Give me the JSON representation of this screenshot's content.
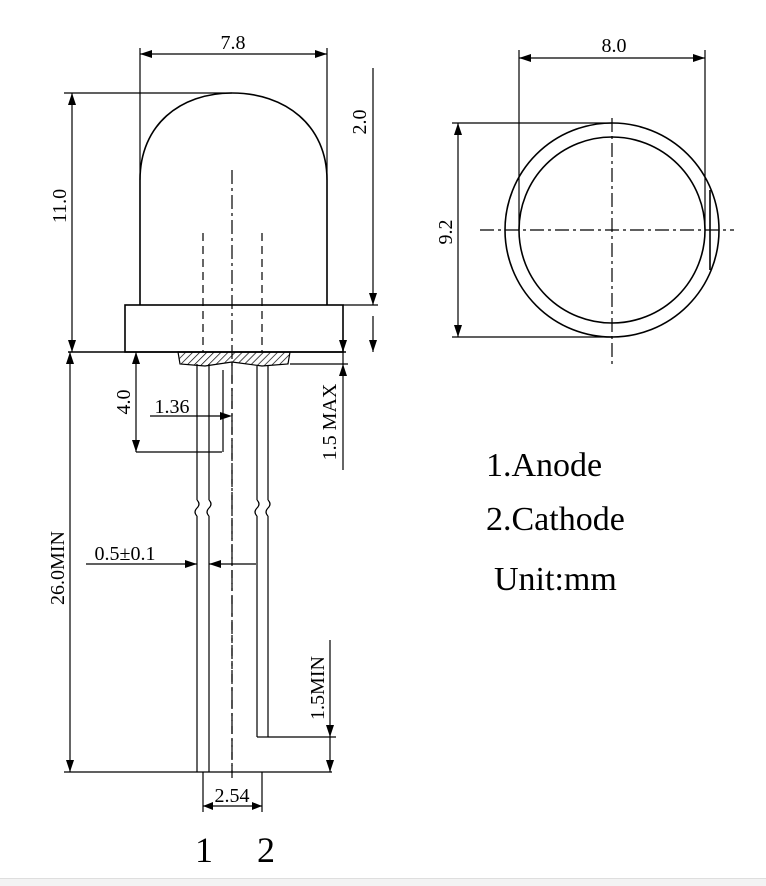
{
  "dimensions": {
    "lens_width": "7.8",
    "dome_height": "2.0",
    "body_height": "11.0",
    "flange_diameter": "8.0",
    "outer_diameter": "9.2",
    "standoff": "4.0",
    "bend_offset": "1.36",
    "flange_max": "1.5 MAX",
    "lead_length": "26.0MIN",
    "lead_diameter": "0.5±0.1",
    "lead_diff": "1.5MIN",
    "pitch": "2.54"
  },
  "pins": {
    "pin1": "1",
    "pin2": "2"
  },
  "legend": {
    "anode": "1.Anode",
    "cathode": "2.Cathode",
    "unit": "Unit:mm"
  }
}
